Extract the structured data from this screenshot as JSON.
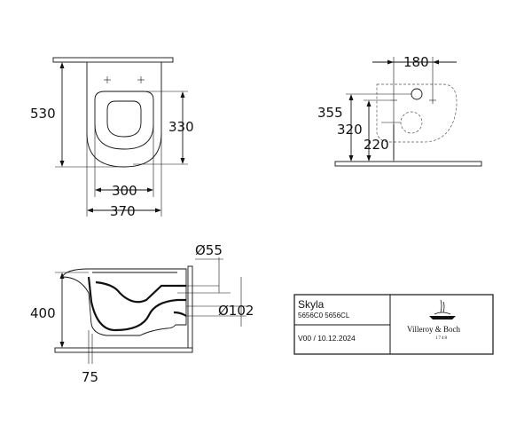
{
  "top_view": {
    "height_label": "530",
    "inner_height_label": "330",
    "inner_width_label": "300",
    "width_label": "370"
  },
  "rear_view": {
    "spacing_label": "180",
    "height_355": "355",
    "height_320": "320",
    "height_220": "220"
  },
  "side_view": {
    "outlet_label": "Ø55",
    "pipe_label": "Ø102",
    "height_label": "400",
    "offset_label": "75"
  },
  "title_block": {
    "product_name": "Skyla",
    "article_numbers": "5656C0 5656CL",
    "version": "V00 / 10.12.2024",
    "brand": "Villeroy & Boch",
    "brand_year": "1748"
  }
}
